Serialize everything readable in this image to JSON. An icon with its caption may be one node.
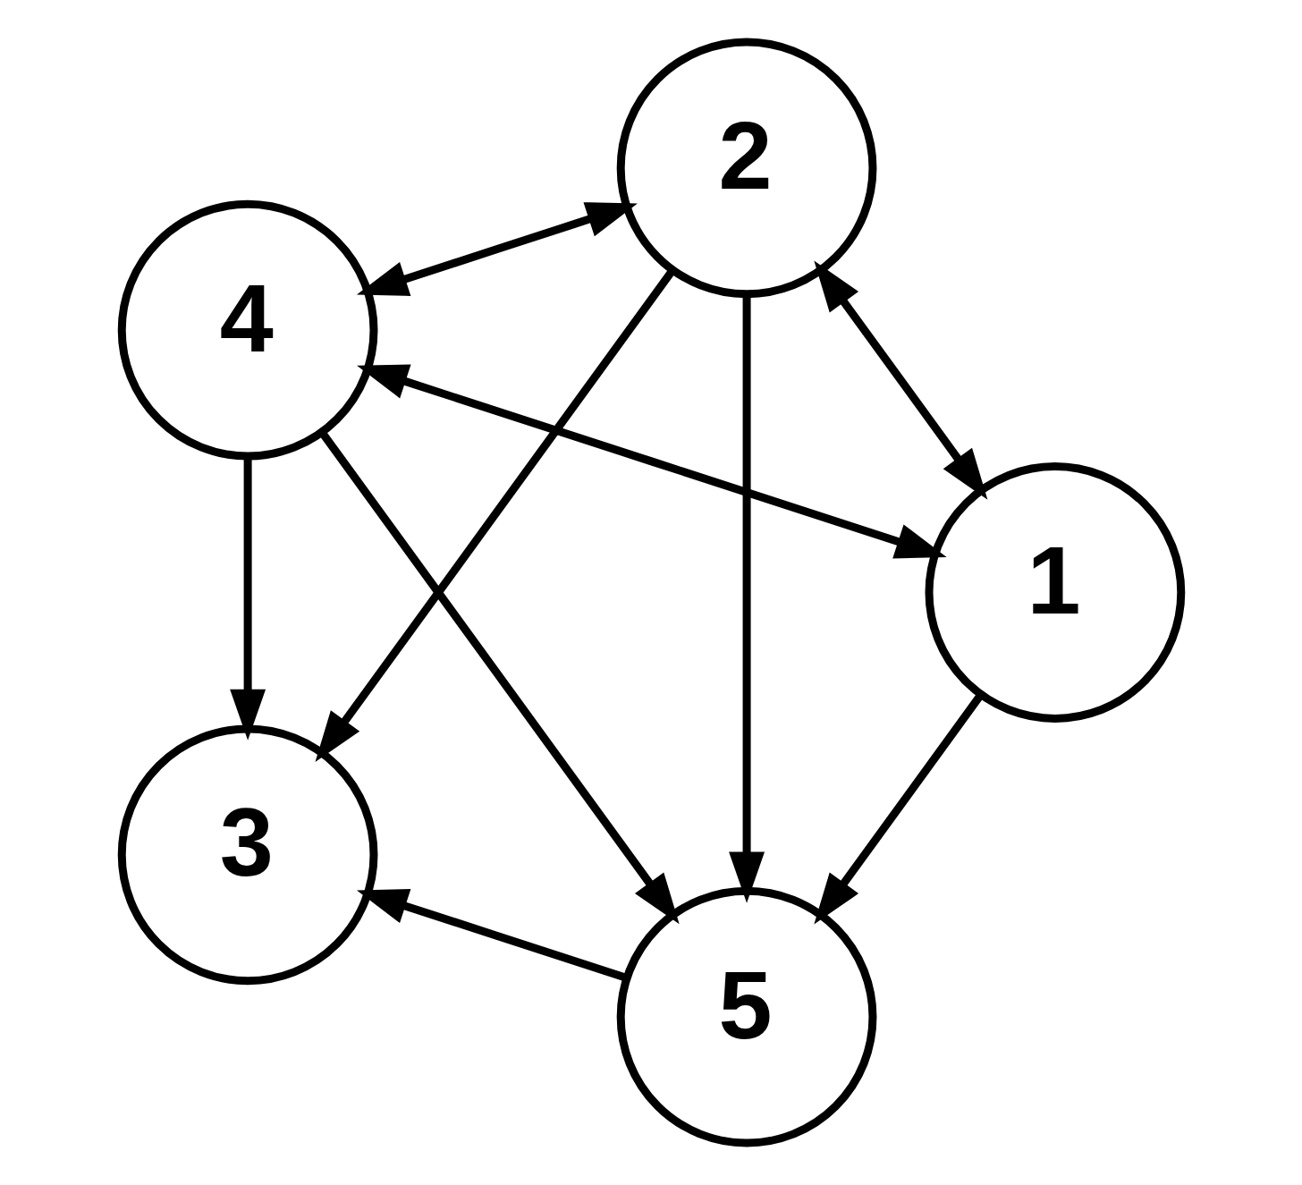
{
  "diagram": {
    "nodes": [
      {
        "text": [
          "1"
        ]
      },
      {
        "text": [
          "2"
        ]
      },
      {
        "text": [
          "3"
        ]
      },
      {
        "text": [
          "4"
        ]
      },
      {
        "text": [
          "5"
        ]
      }
    ],
    "edges": [
      {
        "from": 0,
        "to": 4,
        "arrow": "to"
      },
      {
        "from": 0,
        "to": 1,
        "arrow": "both"
      },
      {
        "from": 0,
        "to": 3,
        "arrow": "both"
      },
      {
        "from": 1,
        "to": 4,
        "arrow": "to"
      },
      {
        "from": 1,
        "to": 3,
        "arrow": "both"
      },
      {
        "from": 1,
        "to": 2,
        "arrow": "to"
      },
      {
        "from": 4,
        "to": 2,
        "arrow": "to"
      },
      {
        "from": 3,
        "to": 4,
        "arrow": "to"
      },
      {
        "from": 3,
        "to": 2,
        "arrow": "to"
      }
    ]
  }
}
